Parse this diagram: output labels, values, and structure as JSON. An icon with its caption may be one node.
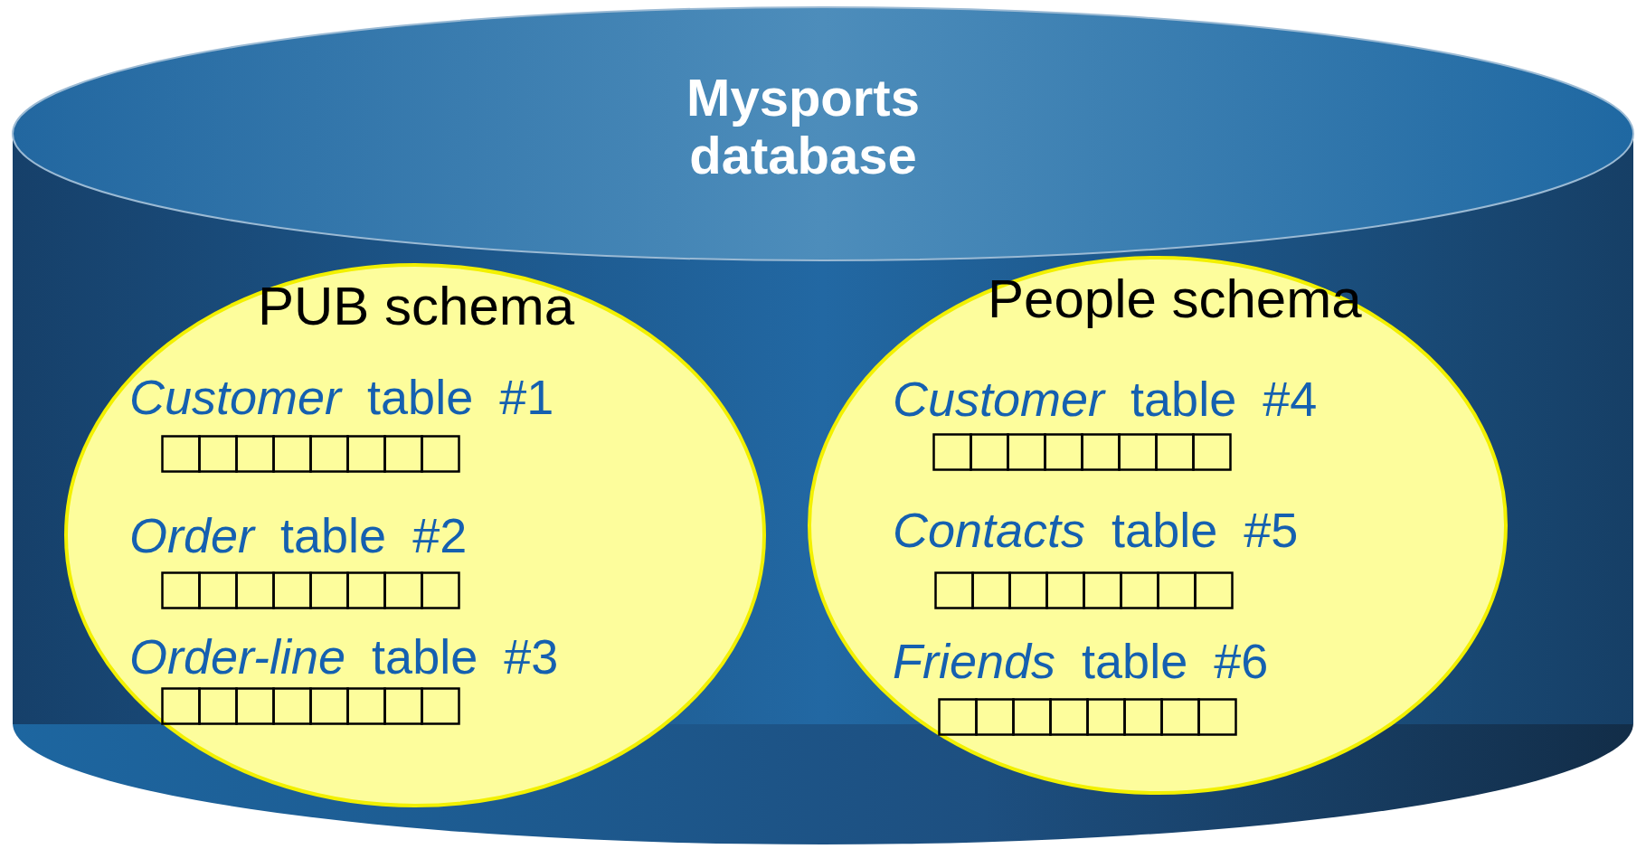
{
  "diagram": {
    "nodes": [
      {
        "text": [
          "Mysports database"
        ]
      },
      {
        "text": [
          "PUB schema"
        ],
        "in": 0
      },
      {
        "text": [
          "*Customer* table #1"
        ],
        "in": 1
      },
      {
        "text": [
          "*Order* table #2"
        ],
        "in": 1
      },
      {
        "text": [
          "*Order-line* table #3"
        ],
        "in": 1
      },
      {
        "text": [
          "People schema"
        ],
        "in": 0
      },
      {
        "text": [
          "*Customer* table #4"
        ],
        "in": 5
      },
      {
        "text": [
          "*Contacts* table #5"
        ],
        "in": 5
      },
      {
        "text": [
          "*Friends* table #6"
        ],
        "in": 5
      }
    ],
    "edges": []
  }
}
